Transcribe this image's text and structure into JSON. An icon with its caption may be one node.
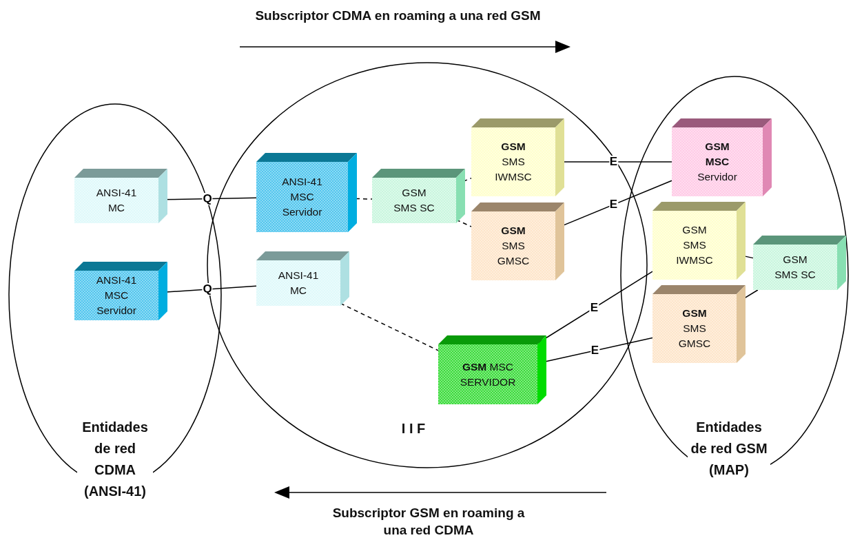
{
  "diagram": {
    "nodes": [
      {
        "text": [
          "Entidades de red CDMA (ANSI-41)"
        ]
      },
      {
        "text": [
          "I I F"
        ]
      },
      {
        "text": [
          "Entidades de red GSM (MAP)"
        ]
      },
      {
        "text": [
          "ANSI-41 MC"
        ],
        "in": 0
      },
      {
        "text": [
          "ANSI-41 MSC Servidor"
        ],
        "in": 0
      },
      {
        "text": [
          "ANSI-41 MSC Servidor"
        ],
        "in": 1
      },
      {
        "text": [
          "GSM SMS SC"
        ],
        "in": 1
      },
      {
        "text": [
          "**GSM** SMS IWMSC"
        ],
        "in": 1
      },
      {
        "text": [
          "**GSM** SMS GMSC"
        ],
        "in": 1
      },
      {
        "text": [
          "ANSI-41 MC"
        ],
        "in": 1
      },
      {
        "text": [
          "**GSM** MSC SERVIDOR"
        ],
        "in": 1
      },
      {
        "text": [
          "**GSM MSC** Servidor"
        ],
        "in": 2
      },
      {
        "text": [
          "GSM SMS IWMSC"
        ],
        "in": 2
      },
      {
        "text": [
          "GSM SMS SC"
        ],
        "in": 2
      },
      {
        "text": [
          "**GSM** SMS GMSC"
        ],
        "in": 2
      }
    ],
    "edges": [
      {
        "from": 3,
        "to": 5,
        "arrow": "none",
        "label": "Q"
      },
      {
        "from": 4,
        "to": 9,
        "arrow": "none",
        "label": "Q"
      },
      {
        "from": 5,
        "to": 6,
        "arrow": "none",
        "style": "dashed"
      },
      {
        "from": 6,
        "to": 7,
        "arrow": "none",
        "style": "dashed"
      },
      {
        "from": 6,
        "to": 8,
        "arrow": "none",
        "style": "dashed"
      },
      {
        "from": 9,
        "to": 10,
        "arrow": "none",
        "style": "dashed"
      },
      {
        "from": 7,
        "to": 11,
        "arrow": "none",
        "label": "E"
      },
      {
        "from": 8,
        "to": 11,
        "arrow": "none",
        "label": "E"
      },
      {
        "from": 10,
        "to": 12,
        "arrow": "none",
        "label": "E"
      },
      {
        "from": 10,
        "to": 14,
        "arrow": "none",
        "label": "E"
      },
      {
        "from": 12,
        "to": 13,
        "arrow": "none"
      },
      {
        "from": 14,
        "to": 13,
        "arrow": "none"
      }
    ],
    "labels": [
      "Subscriptor CDMA en roaming a una red GSM",
      "Subscriptor GSM en roaming a una red CDMA"
    ]
  }
}
